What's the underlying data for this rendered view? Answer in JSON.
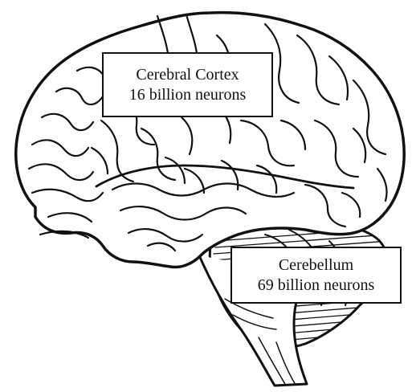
{
  "labels": {
    "cortex": {
      "name": "Cerebral Cortex",
      "count": "16 billion neurons"
    },
    "cerebellum": {
      "name": "Cerebellum",
      "count": "69 billion neurons"
    }
  },
  "colors": {
    "stroke": "#111111",
    "background": "#ffffff"
  }
}
